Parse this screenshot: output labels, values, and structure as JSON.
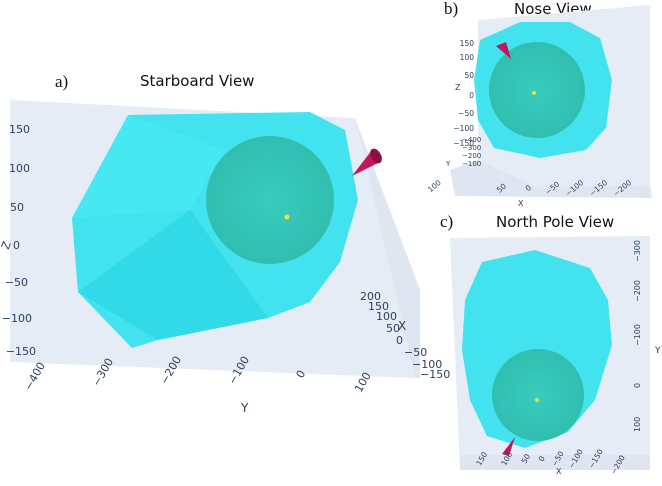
{
  "chart_data": [
    {
      "type": "3d-mesh",
      "panel_label": "a)",
      "title": "Starboard View",
      "series": [
        {
          "name": "hull",
          "color": "#26e0ec",
          "opacity": 0.6
        },
        {
          "name": "sphere",
          "color": "#2cb5a0"
        },
        {
          "name": "cone",
          "color": "#c2185b"
        },
        {
          "name": "center",
          "color": "#e6e62a"
        }
      ],
      "axes": {
        "z": {
          "label": "Z",
          "ticks": [
            "150",
            "100",
            "50",
            "0",
            "−50",
            "−100",
            "−150"
          ]
        },
        "y": {
          "label": "Y",
          "ticks": [
            "−400",
            "−300",
            "−200",
            "−100",
            "0",
            "100"
          ]
        },
        "x": {
          "label": "X",
          "ticks": [
            "200",
            "150",
            "100",
            "50",
            "0",
            "−50",
            "−100",
            "−150"
          ]
        }
      }
    },
    {
      "type": "3d-mesh",
      "panel_label": "b)",
      "title": "Nose View",
      "axes": {
        "z": {
          "label": "Z",
          "ticks": [
            "150",
            "100",
            "50",
            "0",
            "−50",
            "−100",
            "−150"
          ]
        },
        "y": {
          "label": "Y",
          "ticks": [
            "−100",
            "−200",
            "−300",
            "−400"
          ]
        },
        "x": {
          "label": "X",
          "ticks": [
            "100",
            "50",
            "0",
            "−50",
            "−100",
            "−150",
            "−200"
          ]
        }
      }
    },
    {
      "type": "3d-mesh",
      "panel_label": "c)",
      "title": "North Pole View",
      "axes": {
        "y": {
          "label": "Y",
          "ticks": [
            "−300",
            "−200",
            "−100",
            "0",
            "100"
          ]
        },
        "x": {
          "label": "X",
          "ticks": [
            "150",
            "100",
            "50",
            "0",
            "−50",
            "−100",
            "−150",
            "−200"
          ]
        }
      }
    }
  ]
}
